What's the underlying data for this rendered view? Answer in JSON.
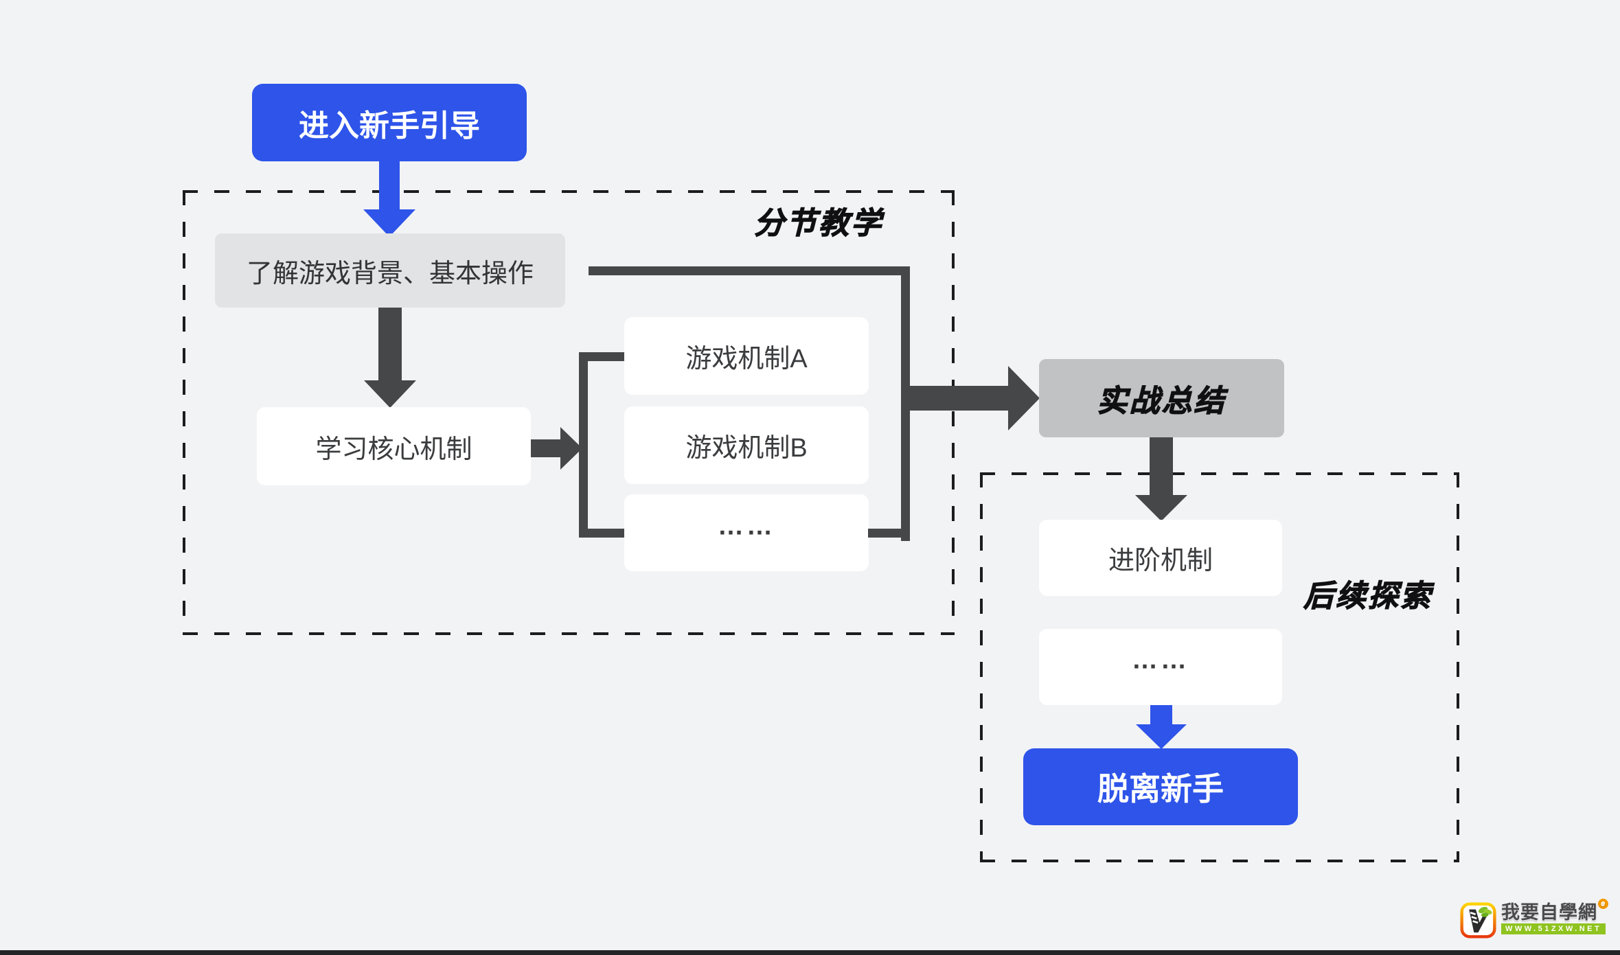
{
  "diagram": {
    "start_button": {
      "label": "进入新手引导"
    },
    "teaching_section": {
      "label": "分节教学",
      "intro_box": "了解游戏背景、基本操作",
      "core_box": "学习核心机制",
      "mechanism_boxes": [
        "游戏机制A",
        "游戏机制B",
        "……"
      ]
    },
    "summary_box": {
      "label": "实战总结"
    },
    "explore_section": {
      "label": "后续探索",
      "advanced_box": "进阶机制",
      "more_box": "……",
      "end_button": {
        "label": "脱离新手"
      }
    }
  },
  "watermark": {
    "site_name": "我要自學網",
    "site_url": "WWW.51ZXW.NET",
    "badge": "e"
  },
  "colors": {
    "background": "#F2F3F5",
    "accent_blue": "#2E54E9",
    "connector_dark": "#454749",
    "dashed_border": "#1c1c1e",
    "box_gray_light": "#E2E3E5",
    "box_gray_medium": "#C1C2C4",
    "watermark_green": "#8FC31F",
    "watermark_orange": "#F39800"
  }
}
